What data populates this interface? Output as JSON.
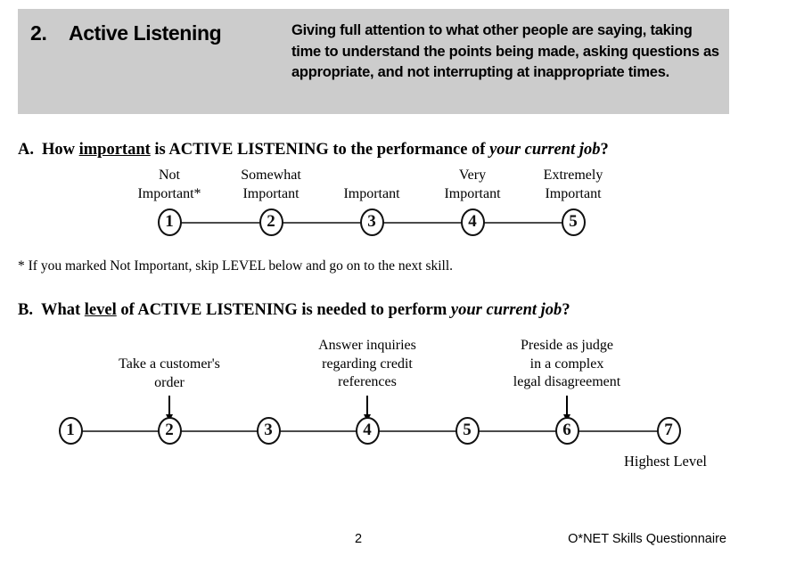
{
  "skill": {
    "number": "2.",
    "title": "Active Listening",
    "description": "Giving full attention to what other people are saying, taking time to understand the points being made, asking questions as appropriate, and not interrupting at inappropriate times."
  },
  "question_a": {
    "letter": "A.",
    "text_before": "How ",
    "underlined": "important",
    "text_middle": " is ACTIVE LISTENING to the performance of ",
    "italic": "your current job",
    "text_after": "?",
    "scale": {
      "values": [
        "1",
        "2",
        "3",
        "4",
        "5"
      ],
      "labels": [
        "Not\nImportant*",
        "Somewhat\nImportant",
        "Important",
        "Very\nImportant",
        "Extremely\nImportant"
      ]
    }
  },
  "footnote": "* If you marked Not Important, skip LEVEL below and go on to the next skill.",
  "question_b": {
    "letter": "B.",
    "text_before": "What ",
    "underlined": "level",
    "text_middle": " of ACTIVE LISTENING is needed to perform ",
    "italic": "your current job",
    "text_after": "?",
    "scale": {
      "values": [
        "1",
        "2",
        "3",
        "4",
        "5",
        "6",
        "7"
      ],
      "anchors": [
        {
          "at": "2",
          "text": "Take a customer's\norder"
        },
        {
          "at": "4",
          "text": "Answer inquiries\nregarding credit\nreferences"
        },
        {
          "at": "6",
          "text": "Preside as judge\nin a complex\nlegal disagreement"
        }
      ],
      "end_label": "Highest Level"
    }
  },
  "footer": {
    "page_number": "2",
    "document_name": "O*NET Skills Questionnaire"
  },
  "colors": {
    "banner_background": "#cccccc",
    "text": "#000000",
    "scale_line": "#4a4a4a",
    "page_background": "#ffffff"
  }
}
